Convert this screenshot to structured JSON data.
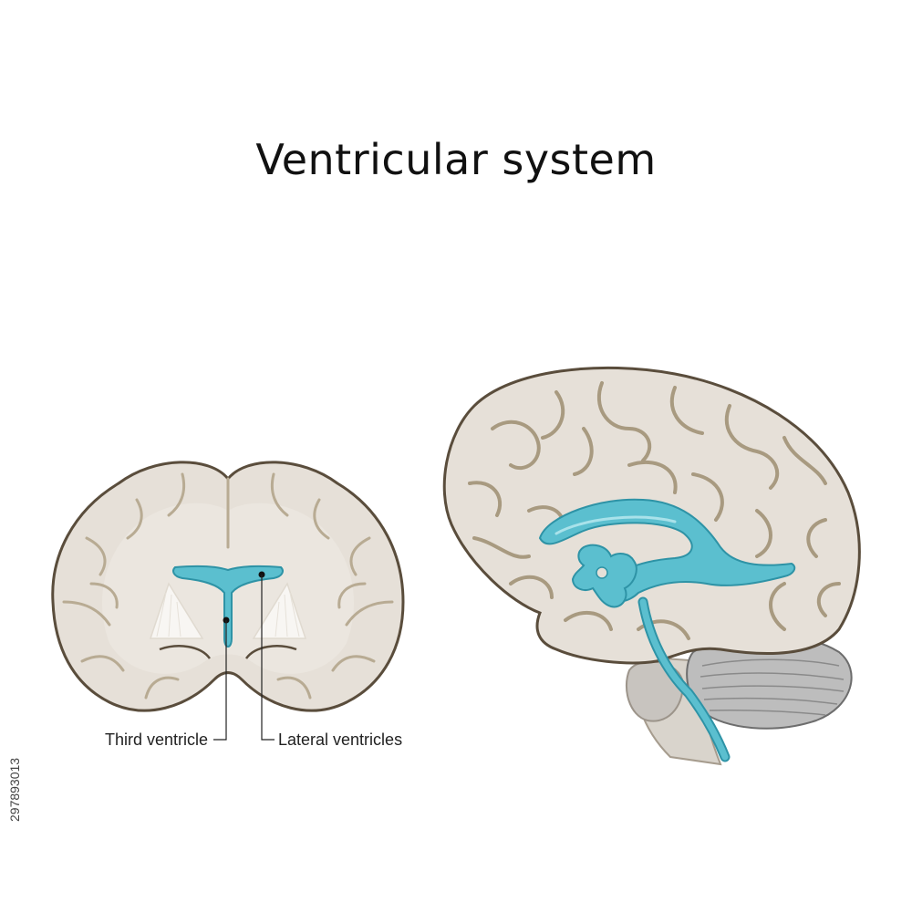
{
  "title": "Ventricular system",
  "labels": {
    "third_ventricle": "Third ventricle",
    "lateral_ventricles": "Lateral ventricles"
  },
  "stock_id": "297893013",
  "colors": {
    "brain_fill": "#e6e0d8",
    "brain_outline": "#5a4d3c",
    "sulcus": "#a89a80",
    "ventricle": "#5bbfcf",
    "ventricle_dark": "#2e93a6",
    "white_matter": "#f4f2ef",
    "cerebellum": "#b9b9b9",
    "brainstem": "#d9d4cc"
  }
}
